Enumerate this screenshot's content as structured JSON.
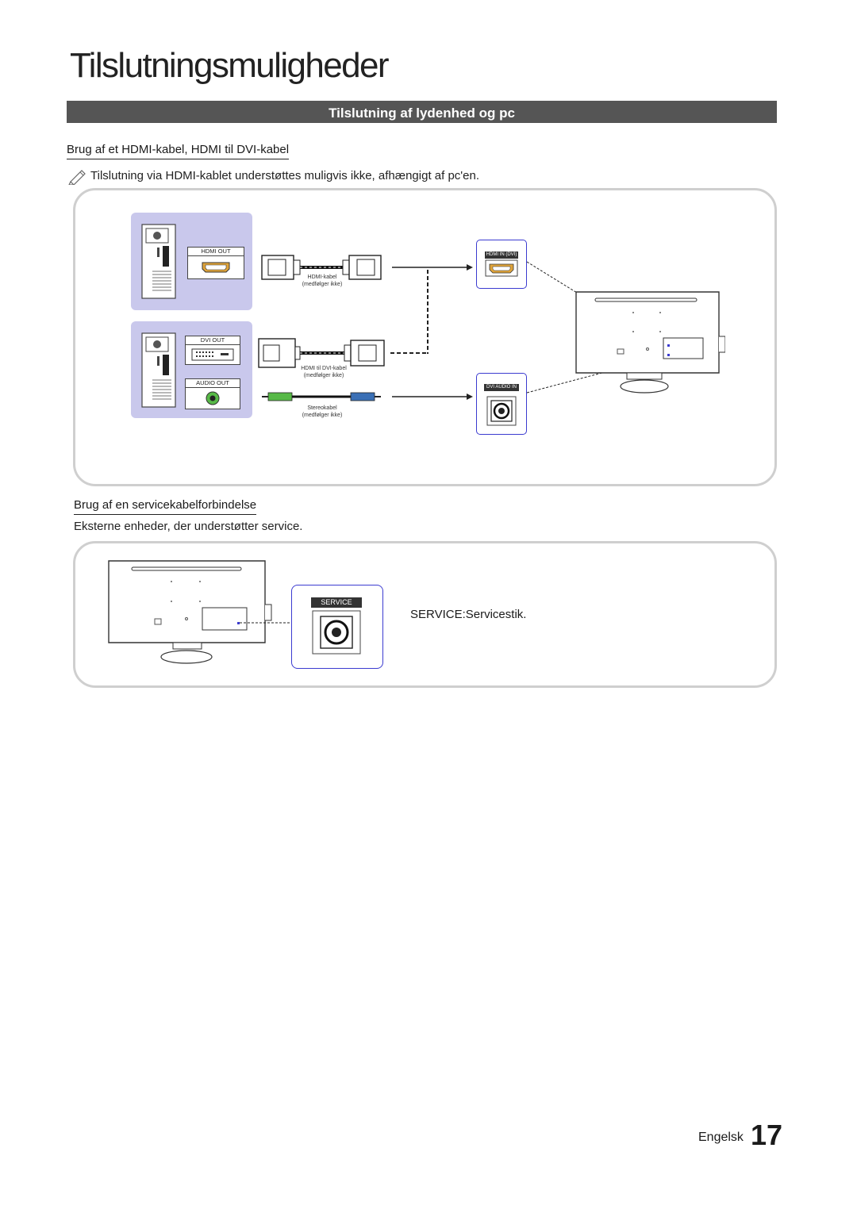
{
  "page": {
    "title": "Tilslutningsmuligheder",
    "section_title": "Tilslutning af lydenhed og pc",
    "footer_language": "Engelsk",
    "page_number": "17"
  },
  "hdmi_section": {
    "heading": "Brug af et HDMI-kabel, HDMI til DVI-kabel",
    "note": "Tilslutning via HDMI-kablet understøttes muligvis ikke, afhængigt af pc'en.",
    "note_icon": "pencil-note-icon",
    "diagram": {
      "pc_port_hdmi_out": "HDMI OUT",
      "pc_port_dvi_out": "DVI OUT",
      "pc_port_audio_out": "AUDIO OUT",
      "cable_hdmi": "HDMI-kabel",
      "cable_hdmi_note": "(medfølger ikke)",
      "cable_hdmi_dvi": "HDMI til DVI-kabel",
      "cable_hdmi_dvi_note": "(medfølger ikke)",
      "cable_stereo": "Stereokabel",
      "cable_stereo_note": "(medfølger ikke)",
      "tv_port_hdmi_in": "HDMI IN (DVI)",
      "tv_port_dvi_audio_in": "DVI AUDIO IN"
    }
  },
  "service_section": {
    "heading": "Brug af en servicekabelforbindelse",
    "description": "Eksterne enheder, der understøtter service.",
    "port_label": "SERVICE",
    "service_key": "SERVICE",
    "service_value": ":Servicestik."
  },
  "colors": {
    "section_bar": "#555555",
    "panel_border": "#cfcfcf",
    "pc_box_fill": "#c9c8ec",
    "port_highlight": "#3b3bd0",
    "hdmi_port_gold": "#e0a43a",
    "audio_green": "#57b947"
  }
}
